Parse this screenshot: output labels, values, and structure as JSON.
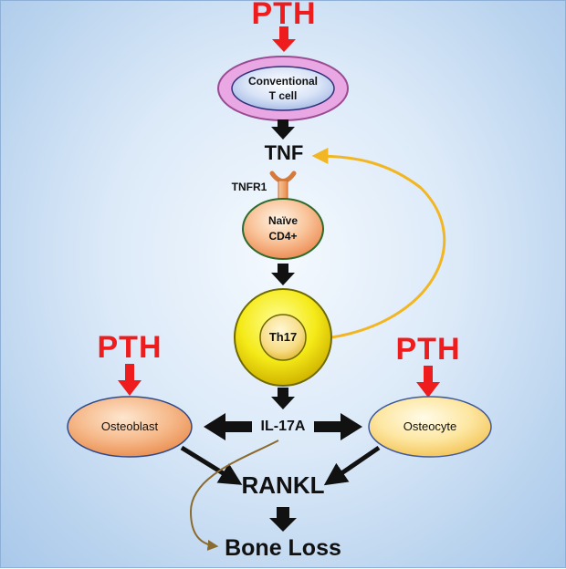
{
  "nodes": {
    "pth_top": "PTH",
    "pth_left": "PTH",
    "pth_right": "PTH",
    "conventional_t_cell_line1": "Conventional",
    "conventional_t_cell_line2": "T cell",
    "tnf": "TNF",
    "tnfr1": "TNFR1",
    "naive_cd4_line1": "Naïve",
    "naive_cd4_line2": "CD4+",
    "th17": "Th17",
    "il17a": "IL-17A",
    "osteoblast": "Osteoblast",
    "osteocyte": "Osteocyte",
    "rankl": "RANKL",
    "bone_loss": "Bone Loss"
  },
  "colors": {
    "pth_red": "#ee1c1c",
    "feedback_arrow": "#f2b622",
    "il17a_to_bone_loss_arrow": "#8a6a2e",
    "arrow_black": "#111111"
  }
}
